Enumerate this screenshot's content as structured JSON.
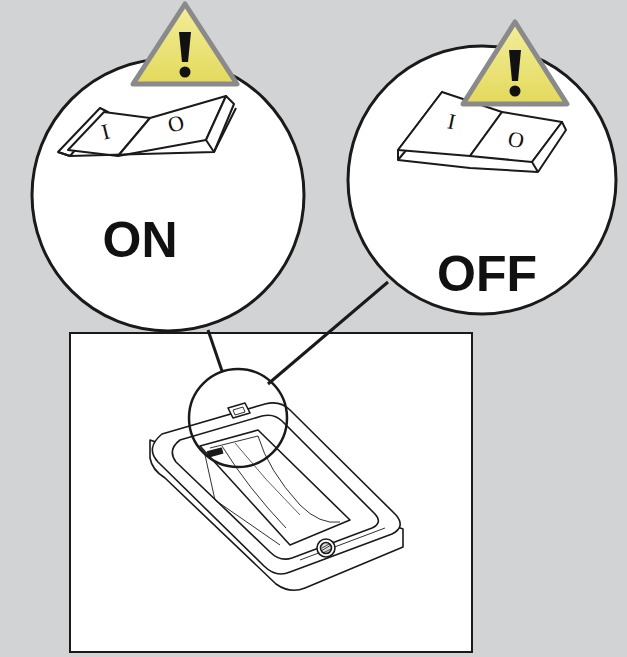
{
  "diagram": {
    "nodes": [
      {
        "text": [
          "ON"
        ]
      },
      {
        "text": [
          "OFF"
        ]
      }
    ],
    "labels": [
      "I",
      "O",
      "I",
      "O"
    ]
  }
}
